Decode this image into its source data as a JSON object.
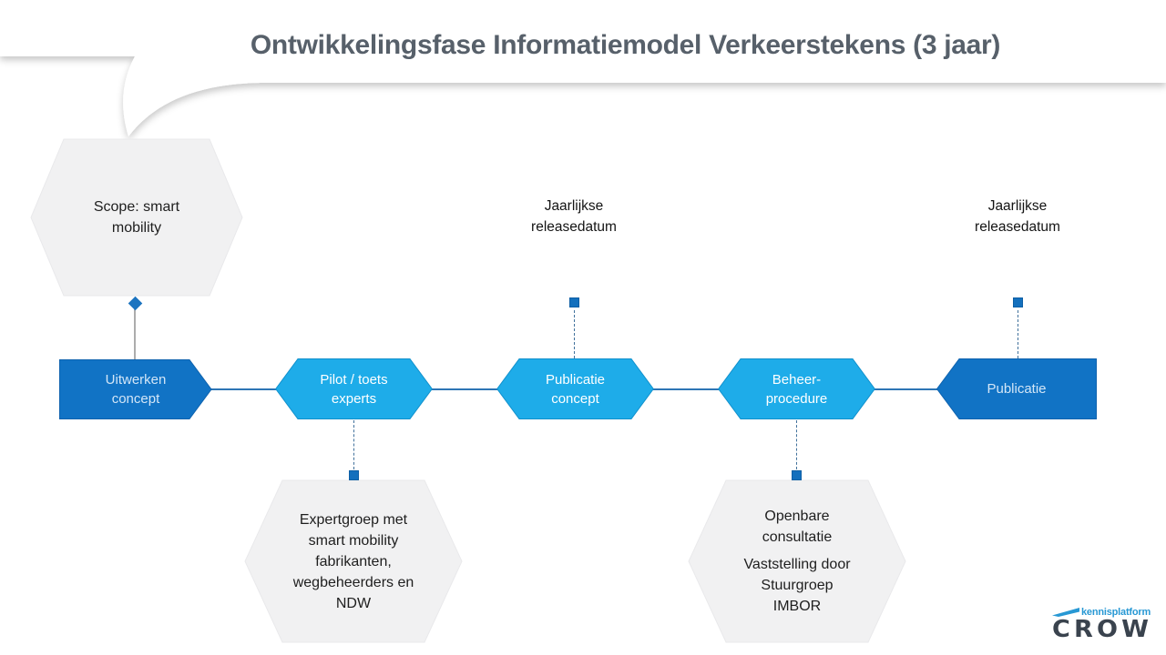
{
  "title": "Ontwikkelingsfase Informatiemodel  Verkeerstekens (3 jaar)",
  "timeline": {
    "nodes": [
      {
        "label": "Uitwerken\nconcept"
      },
      {
        "label": "Pilot / toets\nexperts"
      },
      {
        "label": "Publicatie\nconcept"
      },
      {
        "label": "Beheer-\nprocedure"
      },
      {
        "label": "Publicatie"
      }
    ]
  },
  "callouts": {
    "scope": "Scope: smart\nmobility",
    "expertgroep": "Expertgroep met\nsmart mobility\nfabrikanten,\nwegbeheerders en\nNDW",
    "openbare_line1": "Openbare\nconsultatie",
    "openbare_line2": "Vaststelling door\nStuurgroep\nIMBOR",
    "release_left": "Jaarlijkse\nreleasedatum",
    "release_right": "Jaarlijkse\nreleasedatum"
  },
  "logo": {
    "platform": "kennisplatform",
    "brand": "CROW"
  },
  "colors": {
    "dark_blue": "#1173C5",
    "light_blue": "#1EACE9",
    "connector_blue": "#2E75B5",
    "dashed_blue": "#41719C",
    "marker_blue": "#1470BD",
    "gray_shape": "#F1F1F2",
    "title_gray": "#57606A",
    "logo_blue": "#2798D4",
    "logo_dark": "#3A434E"
  }
}
